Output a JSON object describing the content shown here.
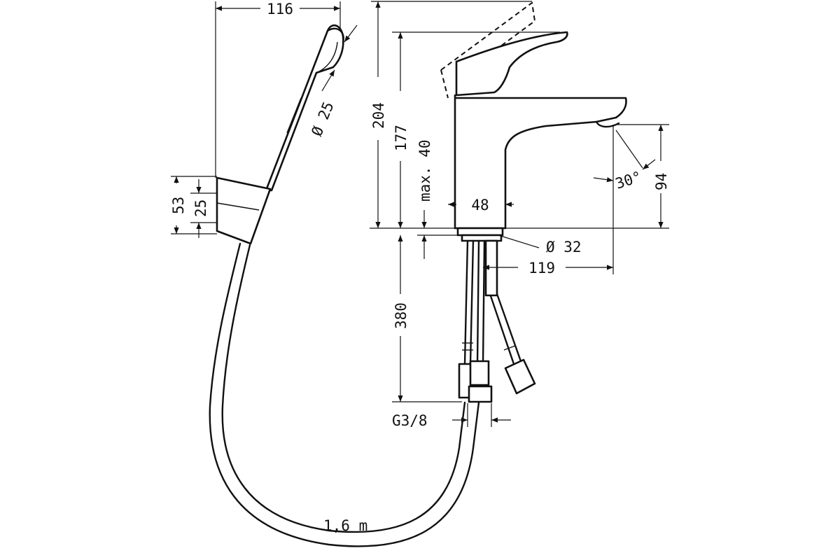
{
  "labels": {
    "hand_shower_width": "116",
    "hand_shower_diameter": "Ø 25",
    "holder_height": "53",
    "holder_inner": "25",
    "total_height": "204",
    "spout_height": "177",
    "max_deck": "max. 40",
    "body_width": "48",
    "base_diameter": "Ø 32",
    "spout_reach": "119",
    "aerator_height": "94",
    "spout_angle": "30°",
    "hose_length_supply": "380",
    "connection_thread": "G3/8",
    "hose_length": "1,6 m"
  },
  "colors": {
    "line": "#111111",
    "background": "#ffffff"
  }
}
